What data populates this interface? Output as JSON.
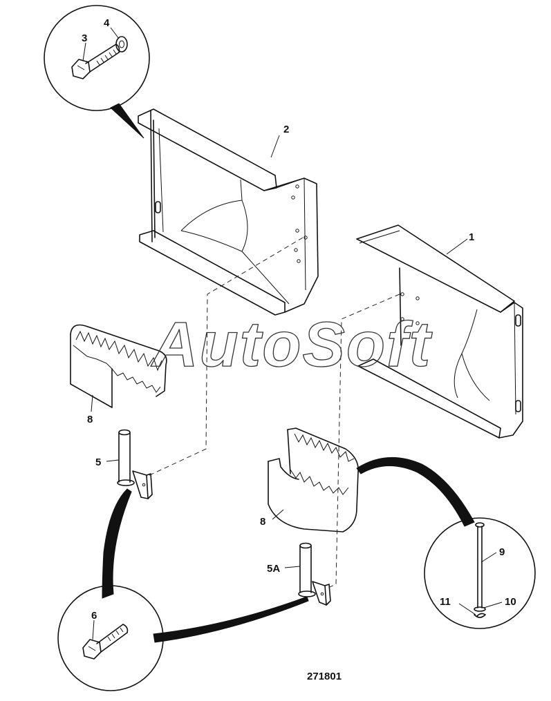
{
  "callouts": {
    "c1": "1",
    "c2": "2",
    "c3": "3",
    "c4": "4",
    "c5": "5",
    "c5a": "5A",
    "c6": "6",
    "c8a": "8",
    "c8b": "8",
    "c9": "9",
    "c10": "10",
    "c11": "11"
  },
  "watermark": "AutoSoft",
  "figure_number": "271801"
}
